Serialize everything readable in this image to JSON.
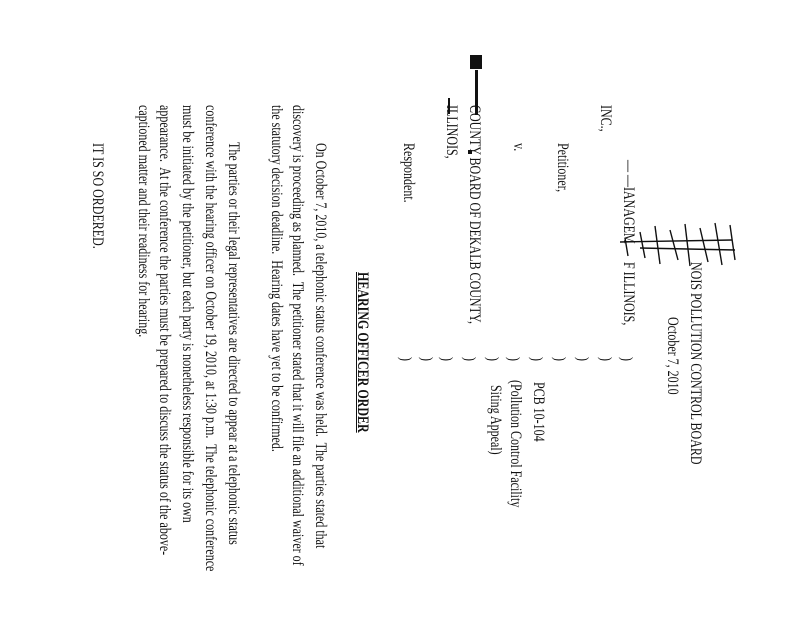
{
  "header": {
    "board": "NOIS POLLUTION CONTROL BOARD",
    "date": "October 7, 2010"
  },
  "caption": {
    "petitioner_name_fragment_1": "— —IANAGEM",
    "petitioner_name_fragment_2": "F ILLINOIS,",
    "petitioner_name_line_2": "INC.,",
    "petitioner_label": "Petitioner,",
    "versus": "v.",
    "respondent_name_line_1": "COUNTY BOARD OF DEKALB COUNTY,",
    "respondent_name_line_2": "ILLINOIS,",
    "respondent_label": "Respondent.",
    "paren": ")",
    "case_number": "PCB 10-104",
    "case_type_line_1": "(Pollution Control Facility",
    "case_type_line_2": "Siting Appeal)"
  },
  "title": "HEARING OFFICER ORDER",
  "paragraph_1": [
    "On October 7, 2010, a telephonic status conference was held.  The parties stated that",
    "discovery is proceeding as planned.  The petitioner stated that it will file an additional waiver of",
    "the statutory decision deadline.  Hearing dates have yet to be confirmed."
  ],
  "paragraph_2": [
    "The parties or their legal representatives are directed to appear at a telephonic status",
    "conference with the hearing officer on October 19, 2010, at 1:30 p.m.  The telephonic conference",
    "must be initiated by the petitioner, but each party is nonetheless responsible for its own",
    "appearance.  At the conference the parties must be prepared to discuss the status of the above-",
    "captioned matter and their readiness for hearing."
  ],
  "closing": "IT IS SO ORDERED."
}
